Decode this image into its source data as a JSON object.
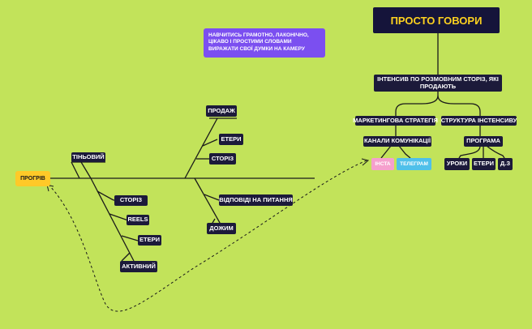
{
  "title": "ПРОСТО ГОВОРИ",
  "note": "НАВЧИТИСЬ ГРАМОТНО, ЛАКОНІЧНО, ЦІКАВО І ПРОСТИМИ СЛОВАМИ ВИРАЖАТИ СВОЇ ДУМКИ НА КАМЕРУ",
  "root": "ПРОГРІВ",
  "intensive": "ІНТЕНСИВ ПО РОЗМОВНИМ СТОРІЗ, ЯКІ ПРОДАЮТЬ",
  "marketing": "МАРКЕТИНГОВА СТРАТЕГІЯ",
  "channels": "КАНАЛИ КОМУНІКАЦІЇ",
  "insta": "ІНСТА",
  "telegram": "ТЕЛЕГРАМ",
  "structure": "СТРУКТУРА ІНСТЕНСИВУ",
  "program": "ПРОГРАМА",
  "lessons": "УРОКИ",
  "streams_right": "ЕТЕРИ",
  "homework": "Д.З",
  "shadow": "ТІНЬОВИЙ",
  "active": "АКТИВНИЙ",
  "stories_left": "СТОРІЗ",
  "reels": "REELS",
  "streams_left": "ЕТЕРИ",
  "sale": "ПРОДАЖ",
  "streams_mid": "ЕТЕРИ",
  "stories_mid": "СТОРІЗ",
  "answers": "ВІДПОВІДІ НА ПИТАННЯ",
  "follow_up": "ДОЖИМ"
}
